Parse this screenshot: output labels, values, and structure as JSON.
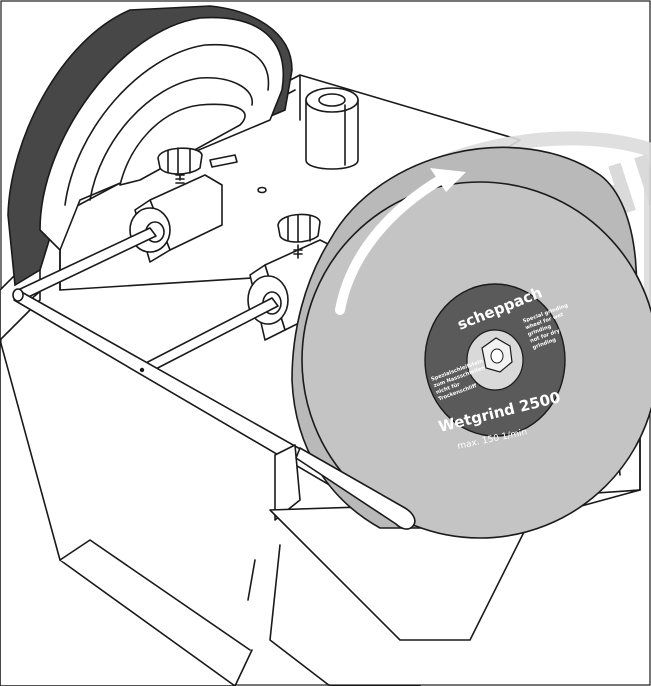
{
  "watermark": {
    "text": "MACHIN"
  },
  "label": {
    "brand": "scheppach",
    "model": "Wetgrind 2500",
    "speed": "max. 150 1/min",
    "small_text_right": [
      "Special grinding",
      "wheel for wet",
      "grinding",
      "not for dry",
      "grinding"
    ],
    "small_text_left": [
      "Spezialschleifstein",
      "zum Nassschleifen",
      "nicht für",
      "Trockenschliff"
    ]
  },
  "colors": {
    "wheel_fill": "#b9b9b9",
    "wheel_face": "#c4c4c4",
    "label_disc": "#5a5a5a",
    "rubber_wheel": "#474747",
    "arrow": "#ffffff",
    "outline": "#1a1a1a",
    "watermark": "#d6d6d6"
  }
}
